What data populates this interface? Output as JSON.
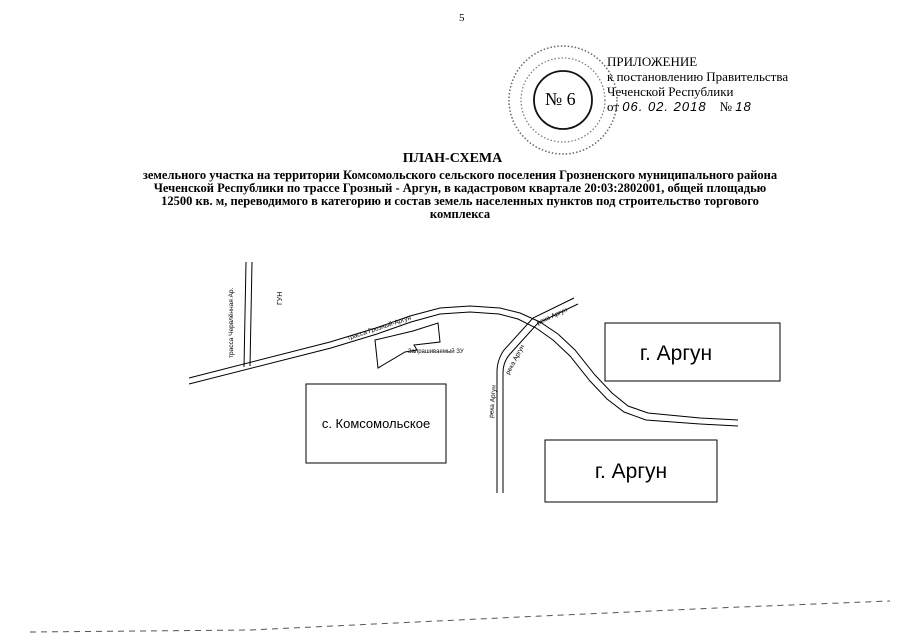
{
  "header": {
    "page_mark": "5",
    "appendix_lines": [
      "ПРИЛОЖЕНИЕ",
      "к постановлению Правительства",
      "Чеченской Республики"
    ],
    "date_prefix": "от",
    "date_value": "06. 02. 2018",
    "number_prefix": "№",
    "number_value": "18"
  },
  "stamp": {
    "text": "№ 6"
  },
  "title": "ПЛАН-СХЕМА",
  "description_lines": [
    "земельного участка на территории Комсомольского сельского поселения Грозненского муниципального района",
    "Чеченской Республики по трассе Грозный - Аргун, в кадастровом квартале 20:03:2802001, общей площадью",
    "12500 кв. м, переводимого в категорию и состав земель населенных пунктов под строительство торгового",
    "комплекса"
  ],
  "map": {
    "road_chervlennaya": "трасса Червлённая Ар.",
    "gun_label": "ГУН",
    "road_grozny_argun": "трасса Грозный-Аргун",
    "plot_label": "Запрашиваемый ЗУ",
    "river_argun_1": "река Аргун",
    "river_argun_2": "река Аргун",
    "river_argun_3": "река Аргун",
    "box_komsomolskoe": "с. Комсомольское",
    "box_argun_top": "г. Аргун",
    "box_argun_bottom": "г. Аргун"
  }
}
